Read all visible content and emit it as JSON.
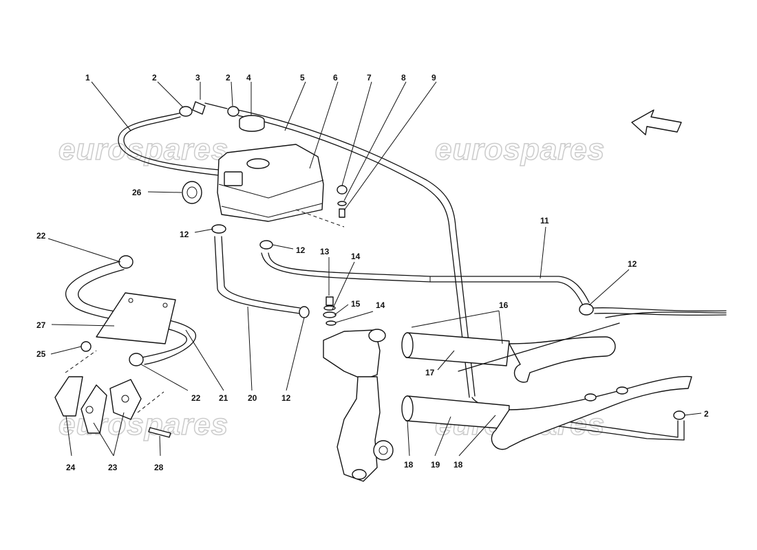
{
  "watermark": "eurospares",
  "callouts": [
    "1",
    "2",
    "3",
    "2",
    "4",
    "5",
    "6",
    "7",
    "8",
    "9",
    "26",
    "12",
    "12",
    "11",
    "12",
    "13",
    "14",
    "15",
    "14",
    "22",
    "27",
    "25",
    "16",
    "17",
    "22",
    "21",
    "20",
    "12",
    "18",
    "19",
    "18",
    "2",
    "24",
    "23",
    "28"
  ]
}
